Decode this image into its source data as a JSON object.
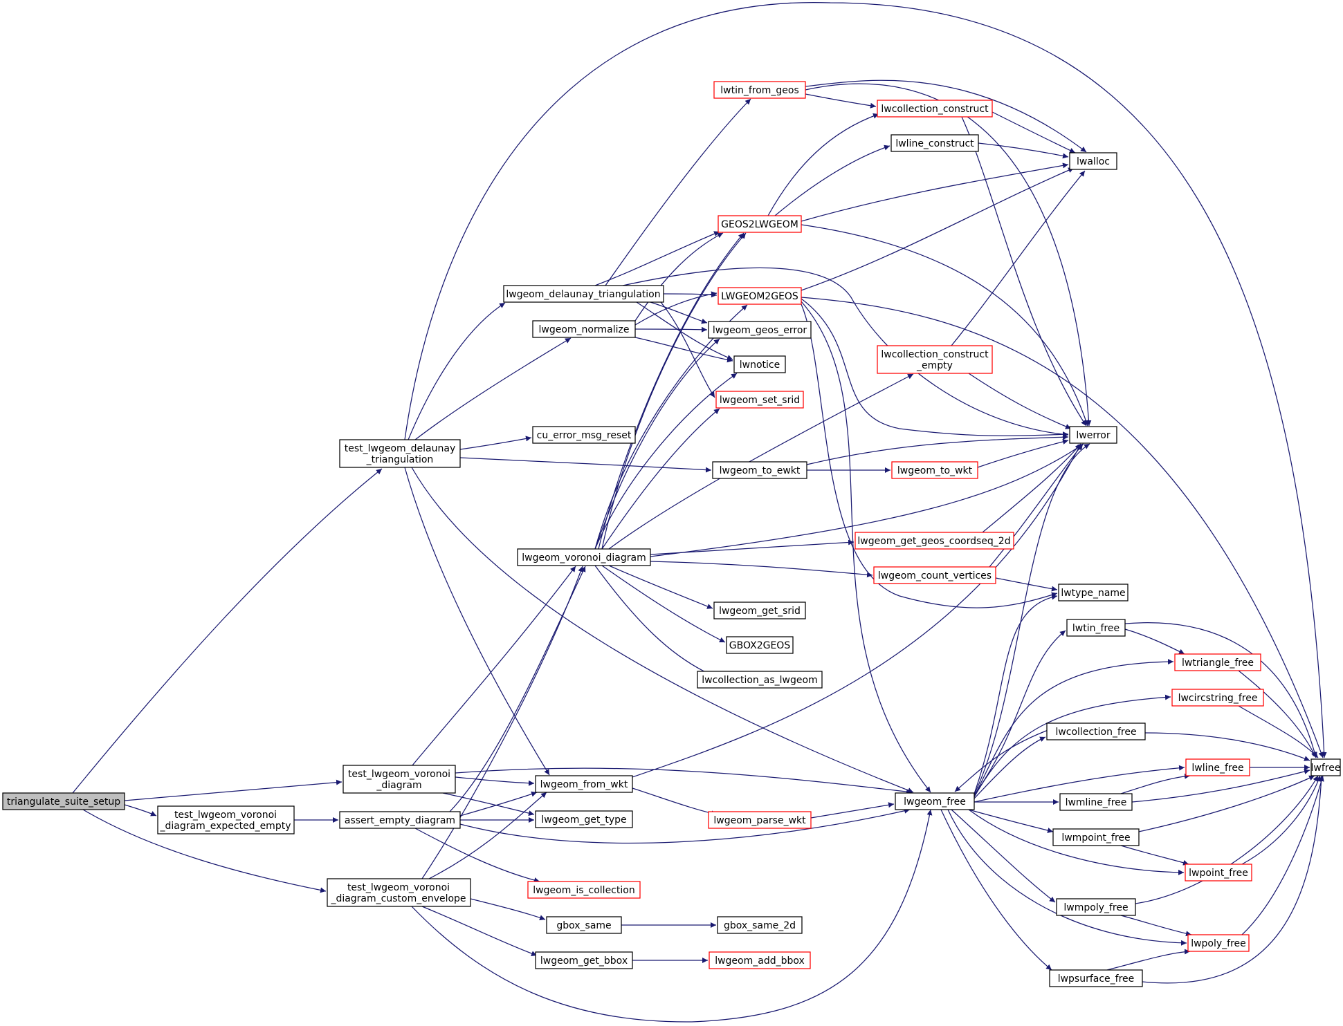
{
  "colors": {
    "edge": "#191970",
    "node_border": "#000000",
    "undocumented_border": "#ff0000",
    "root_fill": "#bfbfbf"
  },
  "nodes": {
    "n0": {
      "lines": [
        "triangulate_suite_setup"
      ]
    },
    "n1": {
      "lines": [
        "test_lwgeom_delaunay",
        "_triangulation"
      ]
    },
    "n2": {
      "lines": [
        "test_lwgeom_voronoi",
        "_diagram"
      ]
    },
    "n3": {
      "lines": [
        "test_lwgeom_voronoi",
        "_diagram_expected_empty"
      ]
    },
    "n4": {
      "lines": [
        "test_lwgeom_voronoi",
        "_diagram_custom_envelope"
      ]
    },
    "n5": {
      "lines": [
        "lwgeom_delaunay_triangulation"
      ]
    },
    "n6": {
      "lines": [
        "lwgeom_normalize"
      ]
    },
    "n7": {
      "lines": [
        "cu_error_msg_reset"
      ]
    },
    "n8": {
      "lines": [
        "lwgeom_voronoi_diagram"
      ]
    },
    "n9": {
      "lines": [
        "lwgeom_from_wkt"
      ]
    },
    "n10": {
      "lines": [
        "lwgeom_get_type"
      ]
    },
    "n11": {
      "lines": [
        "assert_empty_diagram"
      ]
    },
    "n12": {
      "lines": [
        "lwgeom_is_collection"
      ]
    },
    "n13": {
      "lines": [
        "gbox_same"
      ]
    },
    "n14": {
      "lines": [
        "lwgeom_get_bbox"
      ]
    },
    "n15": {
      "lines": [
        "lwtin_from_geos"
      ]
    },
    "n16": {
      "lines": [
        "GEOS2LWGEOM"
      ]
    },
    "n17": {
      "lines": [
        "LWGEOM2GEOS"
      ]
    },
    "n18": {
      "lines": [
        "lwgeom_geos_error"
      ]
    },
    "n19": {
      "lines": [
        "lwnotice"
      ]
    },
    "n20": {
      "lines": [
        "lwgeom_set_srid"
      ]
    },
    "n21": {
      "lines": [
        "lwgeom_to_ewkt"
      ]
    },
    "n22": {
      "lines": [
        "lwgeom_get_srid"
      ]
    },
    "n23": {
      "lines": [
        "GBOX2GEOS"
      ]
    },
    "n24": {
      "lines": [
        "lwcollection_as_lwgeom"
      ]
    },
    "n25": {
      "lines": [
        "lwgeom_parse_wkt"
      ]
    },
    "n26": {
      "lines": [
        "gbox_same_2d"
      ]
    },
    "n27": {
      "lines": [
        "lwgeom_add_bbox"
      ]
    },
    "n28": {
      "lines": [
        "lwcollection_construct"
      ]
    },
    "n29": {
      "lines": [
        "lwline_construct"
      ]
    },
    "n30": {
      "lines": [
        "lwcollection_construct",
        "_empty"
      ]
    },
    "n31": {
      "lines": [
        "lwgeom_to_wkt"
      ]
    },
    "n32": {
      "lines": [
        "lwgeom_get_geos_coordseq_2d"
      ]
    },
    "n33": {
      "lines": [
        "lwgeom_count_vertices"
      ]
    },
    "n34": {
      "lines": [
        "lwgeom_free"
      ]
    },
    "n35": {
      "lines": [
        "lwalloc"
      ]
    },
    "n36": {
      "lines": [
        "lwerror"
      ]
    },
    "n37": {
      "lines": [
        "lwtype_name"
      ]
    },
    "n38": {
      "lines": [
        "lwtin_free"
      ]
    },
    "n39": {
      "lines": [
        "lwcollection_free"
      ]
    },
    "n40": {
      "lines": [
        "lwmline_free"
      ]
    },
    "n41": {
      "lines": [
        "lwmpoint_free"
      ]
    },
    "n42": {
      "lines": [
        "lwmpoly_free"
      ]
    },
    "n43": {
      "lines": [
        "lwpsurface_free"
      ]
    },
    "n44": {
      "lines": [
        "lwtriangle_free"
      ]
    },
    "n45": {
      "lines": [
        "lwcircstring_free"
      ]
    },
    "n46": {
      "lines": [
        "lwline_free"
      ]
    },
    "n47": {
      "lines": [
        "lwpoint_free"
      ]
    },
    "n48": {
      "lines": [
        "lwpoly_free"
      ]
    },
    "n49": {
      "lines": [
        "lwfree"
      ]
    }
  }
}
